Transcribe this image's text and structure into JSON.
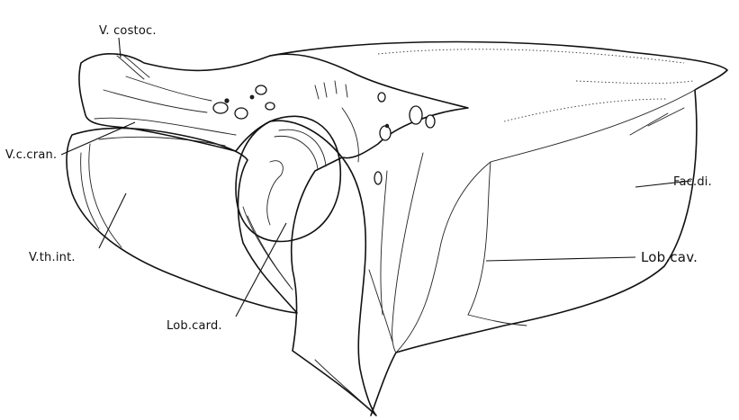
{
  "figure": {
    "labels": {
      "v_costoc": "V. costoc.",
      "v_c_cran": "V.c.cran.",
      "v_th_int": "V.th.int.",
      "lob_card": "Lob.card.",
      "lob_cav": "Lob.cav.",
      "fac_di": "Fac.di."
    }
  }
}
